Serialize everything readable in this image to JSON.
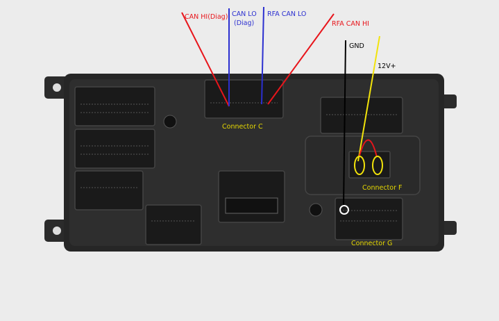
{
  "labels": {
    "can_hi_diag": "CAN HI(Diag)",
    "can_lo_diag_1": "CAN LO",
    "can_lo_diag_2": "(Diag)",
    "rfa_can_lo": "RFA CAN LO",
    "rfa_can_hi": "RFA CAN HI",
    "gnd": "GND",
    "v12": "12V+",
    "connector_c": "Connector C",
    "connector_f": "Connector F",
    "connector_g": "Connector G"
  },
  "colors": {
    "red": "#e8151b",
    "blue": "#2b2fd0",
    "yellow": "#f2e30a",
    "black": "#000000",
    "label_yellow": "#e6d800"
  }
}
